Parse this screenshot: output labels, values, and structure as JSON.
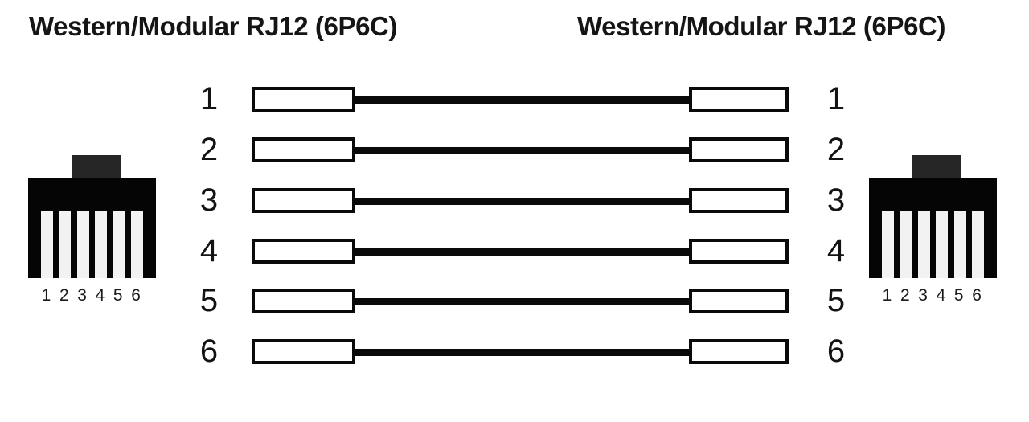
{
  "diagram": {
    "type": "rj12-straight-through-pinout",
    "background_color": "#ffffff",
    "line_color": "#0a0a0a",
    "connector_body_color": "#050505",
    "connector_tab_color": "#262626",
    "connector_pin_color": "#f2f2f2",
    "text_color": "#131313"
  },
  "titles": {
    "left": "Western/Modular RJ12 (6P6C)",
    "right": "Western/Modular RJ12 (6P6C)"
  },
  "connectors": {
    "left": {
      "pin_numbers_label": "1 2 3 4 5 6",
      "pin_count": 6,
      "pins": [
        "1",
        "2",
        "3",
        "4",
        "5",
        "6"
      ]
    },
    "right": {
      "pin_numbers_label": "1 2 3 4 5 6",
      "pin_count": 6,
      "pins": [
        "1",
        "2",
        "3",
        "4",
        "5",
        "6"
      ]
    }
  },
  "wiring": {
    "rows": [
      {
        "left_pin": "1",
        "right_pin": "1"
      },
      {
        "left_pin": "2",
        "right_pin": "2"
      },
      {
        "left_pin": "3",
        "right_pin": "3"
      },
      {
        "left_pin": "4",
        "right_pin": "4"
      },
      {
        "left_pin": "5",
        "right_pin": "5"
      },
      {
        "left_pin": "6",
        "right_pin": "6"
      }
    ]
  }
}
